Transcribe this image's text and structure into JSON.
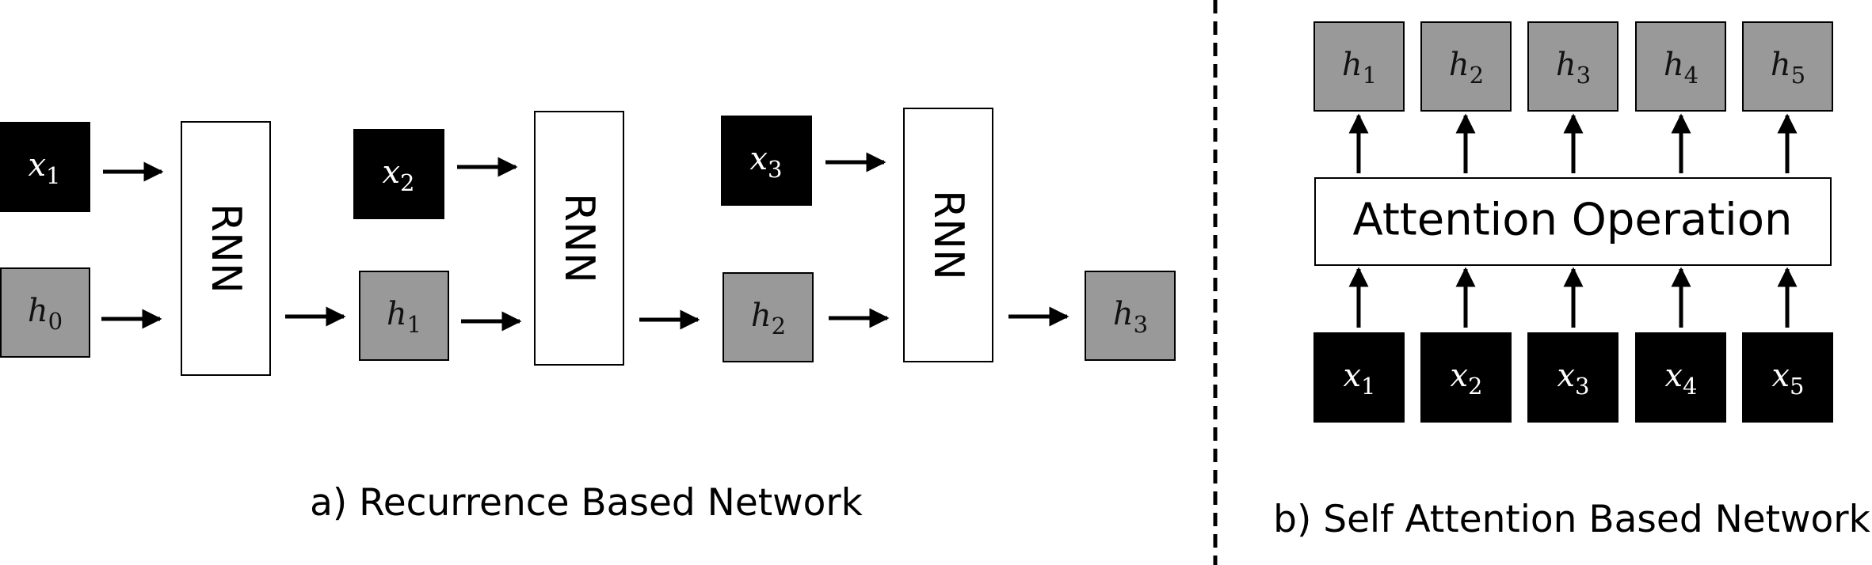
{
  "panel_a": {
    "caption": "a) Recurrence Based Network",
    "inputs": [
      {
        "base": "x",
        "sub": "1"
      },
      {
        "base": "x",
        "sub": "2"
      },
      {
        "base": "x",
        "sub": "3"
      }
    ],
    "hidden": [
      {
        "base": "h",
        "sub": "0"
      },
      {
        "base": "h",
        "sub": "1"
      },
      {
        "base": "h",
        "sub": "2"
      },
      {
        "base": "h",
        "sub": "3"
      }
    ],
    "cell_label": "RNN"
  },
  "panel_b": {
    "caption": "b) Self Attention Based Network",
    "operation_label": "Attention Operation",
    "outputs": [
      {
        "base": "h",
        "sub": "1"
      },
      {
        "base": "h",
        "sub": "2"
      },
      {
        "base": "h",
        "sub": "3"
      },
      {
        "base": "h",
        "sub": "4"
      },
      {
        "base": "h",
        "sub": "5"
      }
    ],
    "inputs": [
      {
        "base": "x",
        "sub": "1"
      },
      {
        "base": "x",
        "sub": "2"
      },
      {
        "base": "x",
        "sub": "3"
      },
      {
        "base": "x",
        "sub": "4"
      },
      {
        "base": "x",
        "sub": "5"
      }
    ]
  },
  "colors": {
    "input_fill": "#000000",
    "hidden_fill": "#999999",
    "cell_fill": "#ffffff"
  }
}
